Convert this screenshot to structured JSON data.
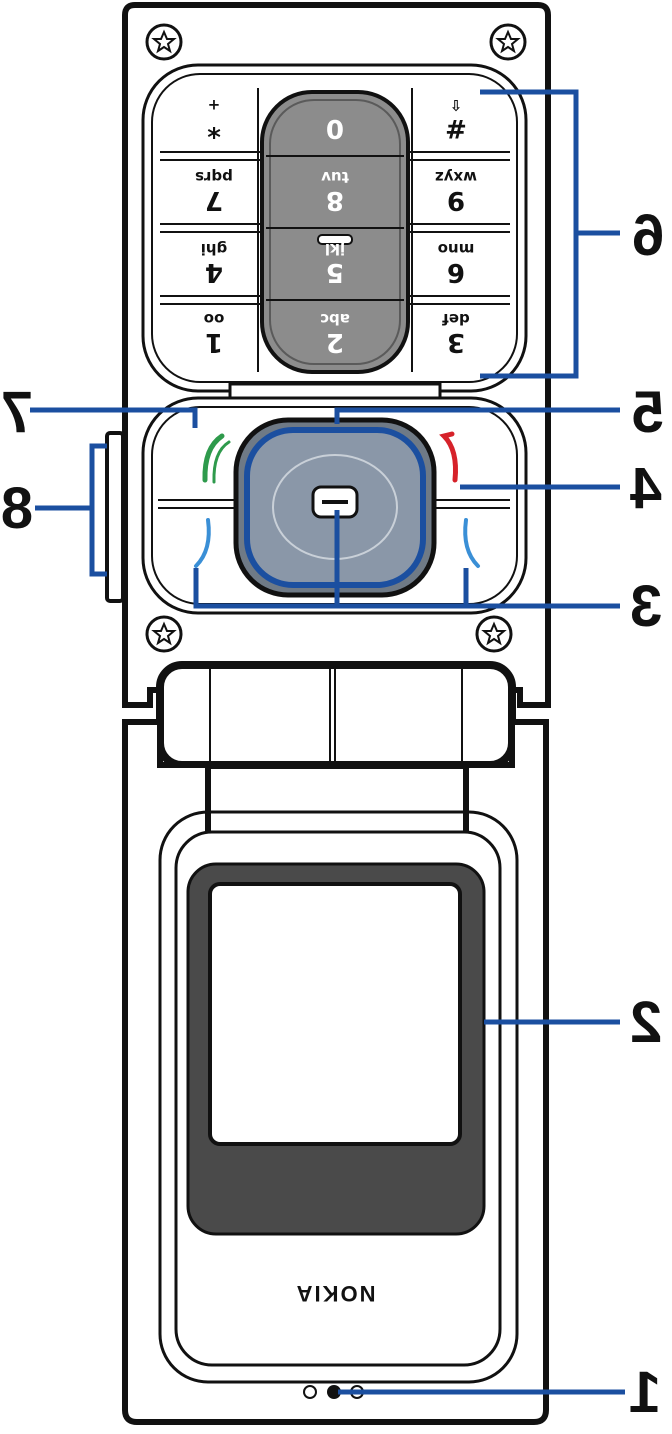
{
  "brand": "NOKIA",
  "callouts": [
    "1",
    "2",
    "3",
    "4",
    "5",
    "6",
    "7",
    "8"
  ],
  "keypad_rows": [
    [
      {
        "digit": "*",
        "letters": "+"
      },
      {
        "digit": "0",
        "letters": ""
      },
      {
        "digit": "#",
        "letters": "⇧"
      }
    ],
    [
      {
        "digit": "7",
        "letters": "pqrs"
      },
      {
        "digit": "8",
        "letters": "tuv"
      },
      {
        "digit": "9",
        "letters": "wxyz"
      }
    ],
    [
      {
        "digit": "4",
        "letters": "ghi"
      },
      {
        "digit": "5",
        "letters": "jkl"
      },
      {
        "digit": "6",
        "letters": "mno"
      }
    ],
    [
      {
        "digit": "1",
        "letters": "oo"
      },
      {
        "digit": "2",
        "letters": "abc"
      },
      {
        "digit": "3",
        "letters": "def"
      }
    ]
  ],
  "colors": {
    "callout_line": "#1b4fa0",
    "nav_ring": "#1b4fa0",
    "nav_gray": "#8a97a8",
    "call_key": "#2e9a4c",
    "end_key": "#d6222a",
    "soft_key": "#3a8fd6",
    "outline": "#111111",
    "display_bezel": "#4a4a4a"
  }
}
